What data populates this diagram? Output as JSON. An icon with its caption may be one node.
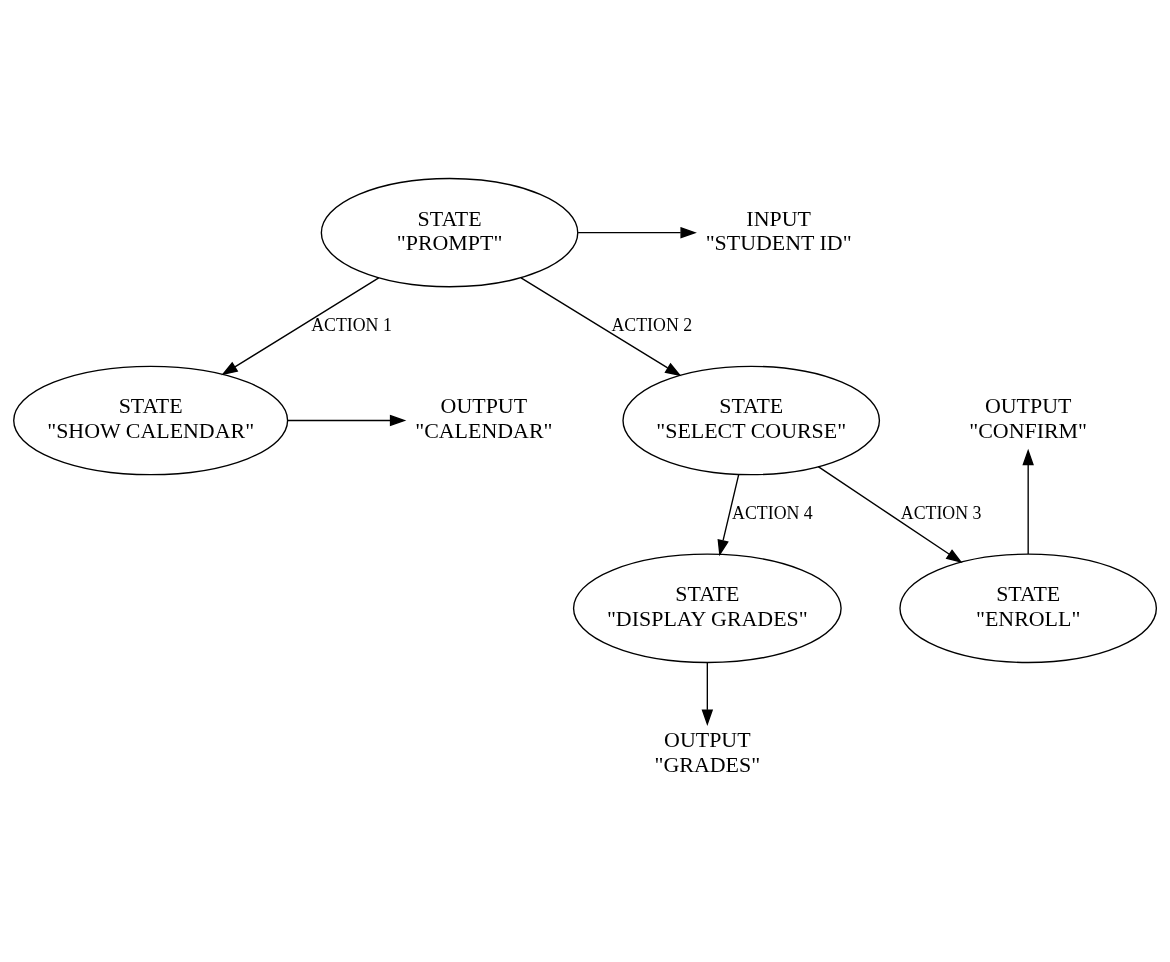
{
  "diagram": {
    "nodes": [
      {
        "text": [
          "STATE",
          "\"PROMPT\""
        ]
      },
      {
        "text": [
          "INPUT",
          "\"STUDENT ID\""
        ]
      },
      {
        "text": [
          "OUTPUT",
          "\"CALENDAR\""
        ]
      },
      {
        "text": [
          "STATE",
          "\"SHOW CALENDAR\""
        ]
      },
      {
        "text": [
          "STATE",
          "\"SELECT COURSE\""
        ]
      },
      {
        "text": [
          "OUTPUT",
          "\"CONFIRM\""
        ]
      },
      {
        "text": [
          "STATE",
          "\"ENROLL\""
        ]
      },
      {
        "text": [
          "OUTPUT",
          "\"GRADES\""
        ]
      },
      {
        "text": [
          "STATE",
          "\"DISPLAY GRADES\""
        ]
      }
    ],
    "edges": [
      {
        "from": 0,
        "to": 1,
        "arrow": "to"
      },
      {
        "from": 0,
        "to": 3,
        "arrow": "to",
        "label": "ACTION 1"
      },
      {
        "from": 0,
        "to": 4,
        "arrow": "to",
        "label": "ACTION 2"
      },
      {
        "from": 3,
        "to": 2,
        "arrow": "to"
      },
      {
        "from": 4,
        "to": 6,
        "arrow": "to",
        "label": "ACTION 3"
      },
      {
        "from": 6,
        "to": 5,
        "arrow": "to"
      },
      {
        "from": 4,
        "to": 8,
        "arrow": "to",
        "label": "ACTION 4"
      },
      {
        "from": 8,
        "to": 7,
        "arrow": "to"
      }
    ]
  }
}
